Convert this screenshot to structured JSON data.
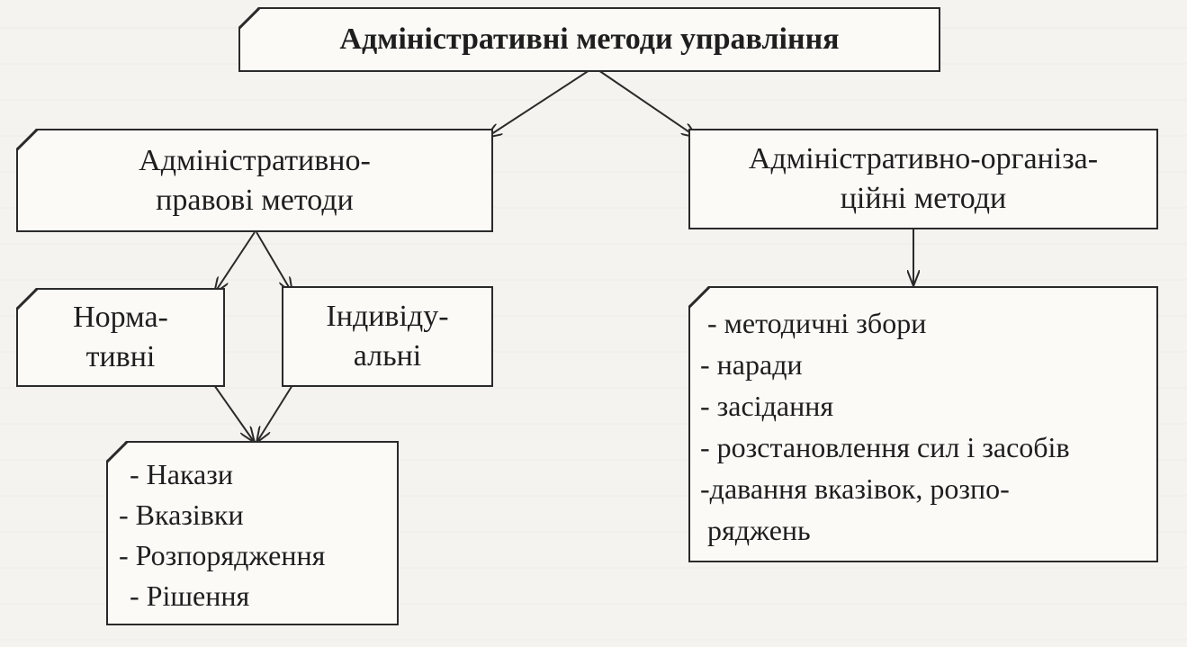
{
  "root": {
    "title": "Адміністративні методи управління"
  },
  "left": {
    "title": "Адміністративно-\nправові методи",
    "normative": "Норма-\nтивні",
    "individual": "Індивіду-\nальні",
    "items": [
      "- Накази",
      "- Вказівки",
      "- Розпорядження",
      "- Рішення"
    ]
  },
  "right": {
    "title": "Адміністративно-організа-\nційні методи",
    "items": [
      "- методичні збори",
      "- наради",
      "- засідання",
      "- розстановлення сил і засобів",
      "-давання вказівок, розпо-",
      "ряджень"
    ]
  },
  "colors": {
    "ink": "#2a2a2a",
    "paper": "#fbfaf7"
  }
}
